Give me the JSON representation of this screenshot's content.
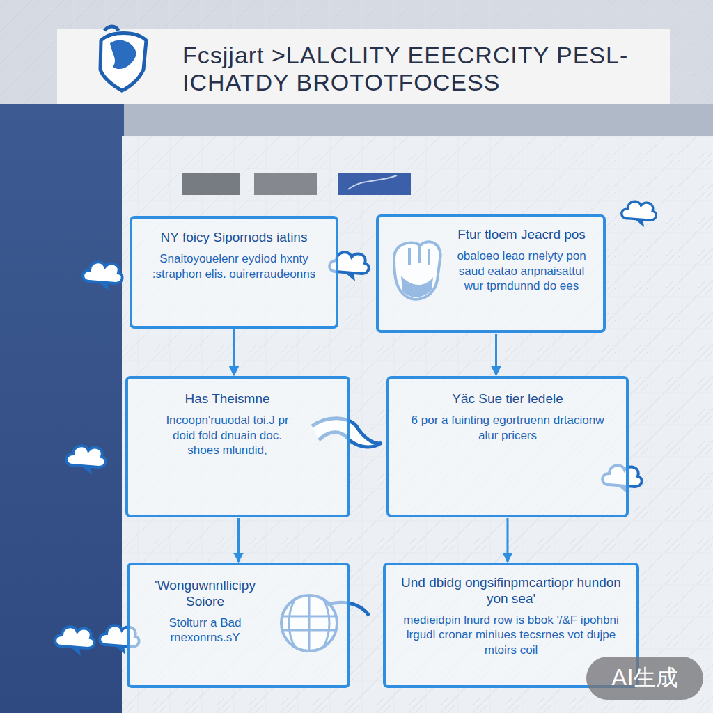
{
  "diagram": {
    "title": "Fcsjjart >LALCLITY EEECRCITY PESL-ICHATDY BROTOTFOCESS",
    "nodes": [
      {
        "text": [
          "NY foicy Sipornods iatins",
          "Snaitoyouelenr eydiod hxnty :straphon elis. ouirerraudeonns"
        ]
      },
      {
        "text": [
          "Ftur tloem Jeacrd pos",
          "obaloeo leao rnelyty pon saud eatao anpnaisattul wur tprndunnd do ees"
        ]
      },
      {
        "text": [
          "Has Theismne",
          "Incoopn'ruuodal toi.J pr doid fold dnuain doc. shoes mlundid,"
        ]
      },
      {
        "text": [
          "Yäc Sue tier ledele",
          "6 por a fuinting egortruenn drtacionw alur pricers"
        ]
      },
      {
        "text": [
          "'Wonguwnnllicipy Soiore",
          "Stolturr a Bad rnexonrns.sY"
        ]
      },
      {
        "text": [
          "Und dbidg ongsifinpmcartiopr hundon yon sea'",
          "medieidpin lnurd row is bbok '/&F ipohbni lrgudl cronar miniues tecsrnes vot dujpe mtoirs coil"
        ]
      }
    ],
    "edges": [
      {
        "from": 0,
        "to": 2,
        "arrow": "to"
      },
      {
        "from": 1,
        "to": 3,
        "arrow": "to"
      },
      {
        "from": 2,
        "to": 4,
        "arrow": "to"
      },
      {
        "from": 3,
        "to": 5,
        "arrow": "to"
      }
    ],
    "labels": [
      "AI生成"
    ]
  }
}
